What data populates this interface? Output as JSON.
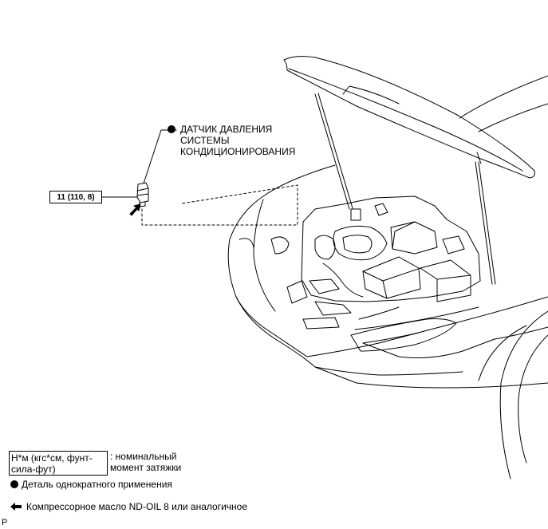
{
  "callouts": {
    "sensor": {
      "line1": "ДАТЧИК ДАВЛЕНИЯ",
      "line2": "СИСТЕМЫ",
      "line3": "КОНДИЦИОНИРОВАНИЯ"
    },
    "torque_value": "11 (110, 8)"
  },
  "legend": {
    "torque_unit_line1": "Н*м (кгс*см, фунт-",
    "torque_unit_line2": "сила-фут)",
    "torque_desc_line1": ": номинальный",
    "torque_desc_line2": "момент затяжки",
    "single_use": "Деталь однократного применения",
    "compressor_oil": "Компрессорное масло ND-OIL 8 или аналогичное"
  },
  "page_mark": "P",
  "icons": {
    "bullet": "filled-circle-icon",
    "oil_arrow": "left-arrow-icon"
  },
  "colors": {
    "ink": "#000000",
    "background": "#ffffff"
  }
}
